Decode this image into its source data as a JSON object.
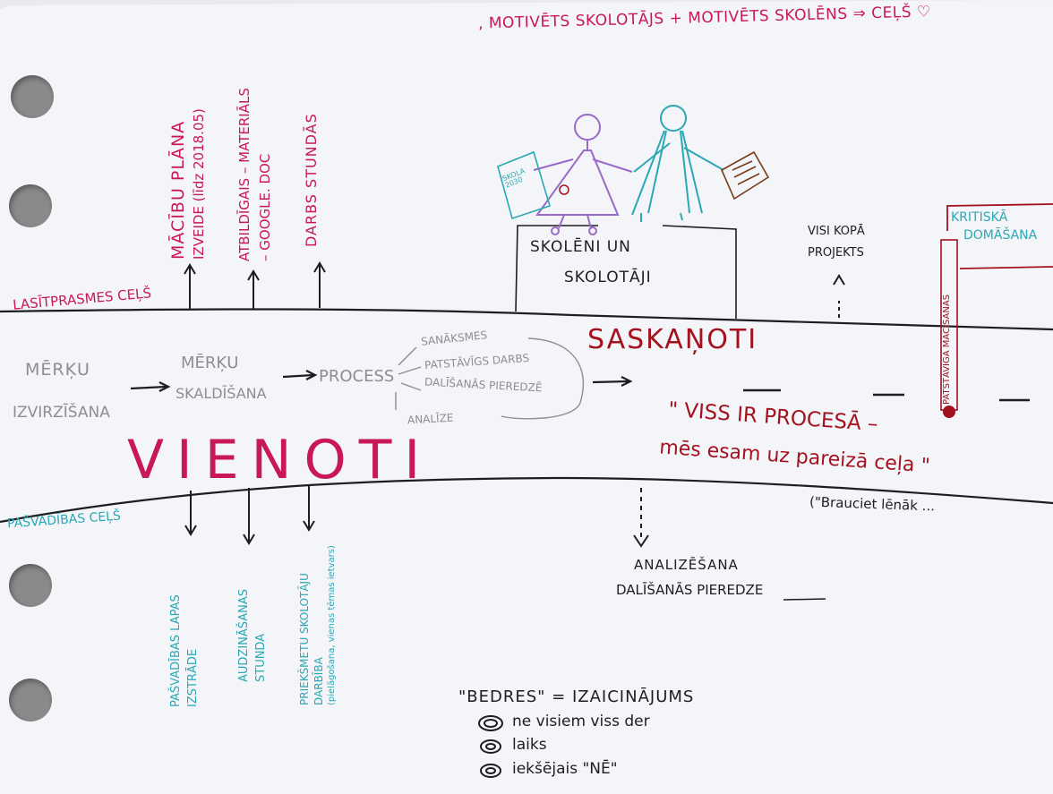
{
  "colors": {
    "paper": "#f4f5f8",
    "ink_black": "#1e1e22",
    "ink_red": "#c8185a",
    "ink_darkred": "#a3121e",
    "ink_teal": "#2aa8b5",
    "ink_grey": "#8d8d92",
    "ink_purple": "#9a6ac9",
    "ink_brown": "#7a3a18"
  },
  "header_quote": ", MOTIVĒTS SKOLOTĀJS + MOTIVĒTS SKOLĒNS ⇒ CEĻŠ ♡",
  "top_path": {
    "label": "LASĪTPRASMES CEĻŠ",
    "items": [
      {
        "line1": "MĀCĪBU PLĀNA",
        "line2": "IZVEIDE (līdz 2018.05)"
      },
      {
        "line1": "ATBILDĪGAIS – MATERIĀLS",
        "line2": "– GOOGLE. DOC"
      },
      {
        "line1": "DARBS STUNDĀS",
        "line2": ""
      }
    ]
  },
  "middle": {
    "step1": {
      "line1": "MĒRĶU",
      "line2": "IZVIRZĪŠANA"
    },
    "step2": {
      "line1": "MĒRĶU",
      "line2": "SKALDĪŠANA"
    },
    "process": "PROCESS",
    "process_branches": [
      "SANĀKSMES",
      "PATSTĀVĪGS DARBS",
      "DALĪŠANĀS PIEREDZĒ",
      "ANALĪZE"
    ],
    "saskanoti": "SASKAŅOTI",
    "vienoti": "VIENOTI",
    "quote_line1": "\" VISS IR PROCESĀ –",
    "quote_line2": "mēs esam uz pareizā ceļa \"",
    "quote_sub": "(\"Brauciet lēnāk ..."
  },
  "skoleni": {
    "line1": "SKOLĒNI UN",
    "line2": "SKOLOTĀJI",
    "sign": "SKOLA 2030"
  },
  "visi_kopa": {
    "line1": "VISI KOPĀ",
    "line2": "PROJEKTS"
  },
  "kritiska": {
    "line1": "KRITISKĀ",
    "line2": "DOMĀŠANA",
    "pole": "PATSTĀVĪGA MĀCĪŠANĀS"
  },
  "bottom_path": {
    "label": "PAŠVADĪBAS CEĻŠ",
    "items": [
      {
        "line1": "PAŠVADĪBAS LAPAS",
        "line2": "IZSTRĀDE",
        "line3": ""
      },
      {
        "line1": "AUDZINĀŠANAS",
        "line2": "STUNDA",
        "line3": ""
      },
      {
        "line1": "PRIEKŠMETU SKOLOTĀJU",
        "line2": "DARBĪBA",
        "line3": "(pielāgošana, vienas tēmas ietvars)"
      }
    ]
  },
  "analysis": {
    "line1": "ANALIZĒŠANA",
    "line2": "DALĪŠANĀS PIEREDZE"
  },
  "bedres": {
    "title": "\"BEDRES\" = IZAICINĀJUMS",
    "items": [
      "ne visiem viss der",
      "laiks",
      "iekšējais \"NĒ\""
    ]
  }
}
